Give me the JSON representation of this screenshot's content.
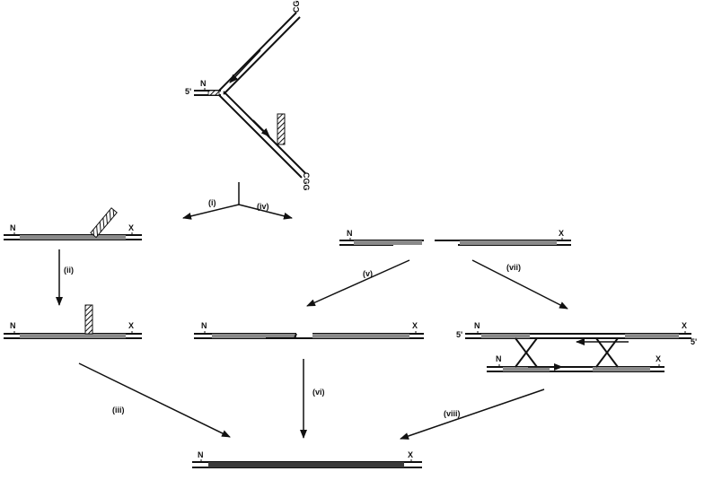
{
  "labels": {
    "five_prime": "5'",
    "n_site": "N",
    "x_site": "X",
    "hairpin": "CGG"
  },
  "steps": {
    "i": "(i)",
    "ii": "(ii)",
    "iii": "(iii)",
    "iv": "(iv)",
    "v": "(v)",
    "vi": "(vi)",
    "vii": "(vii)",
    "viii": "(viii)"
  },
  "colors": {
    "ink": "#111111",
    "shade": "#8a8a8a"
  }
}
